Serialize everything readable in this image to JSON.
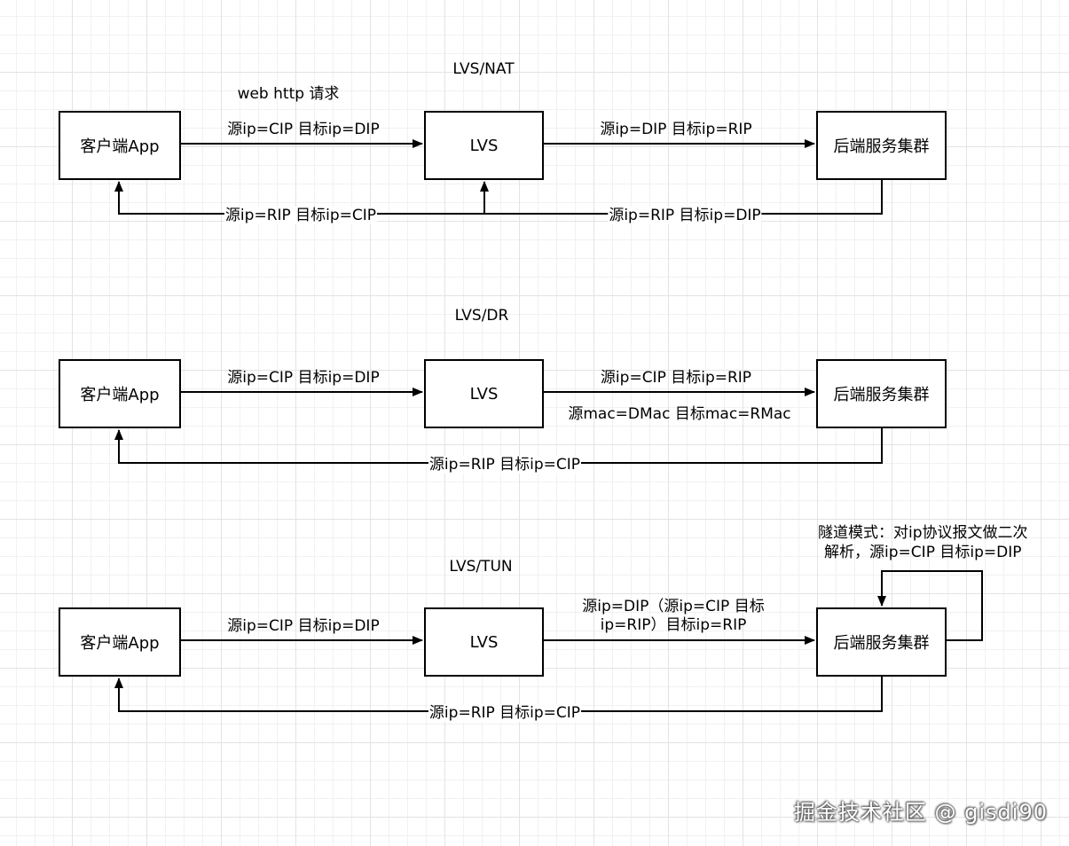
{
  "sections": [
    {
      "title": "LVS/NAT",
      "top_note": "web http 请求",
      "nodes": {
        "client": "客户端App",
        "lvs": "LVS",
        "backend": "后端服务集群"
      },
      "edges": {
        "client_to_lvs": "源ip=CIP 目标ip=DIP",
        "lvs_to_backend": "源ip=DIP 目标ip=RIP",
        "lvs_to_client": "源ip=RIP 目标ip=CIP",
        "backend_to_lvs": "源ip=RIP 目标ip=DIP"
      }
    },
    {
      "title": "LVS/DR",
      "nodes": {
        "client": "客户端App",
        "lvs": "LVS",
        "backend": "后端服务集群"
      },
      "edges": {
        "client_to_lvs": "源ip=CIP 目标ip=DIP",
        "lvs_to_backend": "源ip=CIP 目标ip=RIP",
        "lvs_to_backend_mac": "源mac=DMac 目标mac=RMac",
        "backend_to_client": "源ip=RIP 目标ip=CIP"
      }
    },
    {
      "title": "LVS/TUN",
      "nodes": {
        "client": "客户端App",
        "lvs": "LVS",
        "backend": "后端服务集群"
      },
      "edges": {
        "client_to_lvs": "源ip=CIP 目标ip=DIP",
        "lvs_to_backend_line1": "源ip=DIP（源ip=CIP 目标",
        "lvs_to_backend_line2": "ip=RIP）目标ip=RIP",
        "backend_to_client": "源ip=RIP 目标ip=CIP"
      },
      "tunnel_note_line1": "隧道模式：对ip协议报文做二次",
      "tunnel_note_line2": "解析，源ip=CIP  目标ip=DIP"
    }
  ],
  "watermark": "掘金技术社区 @ gisdi90"
}
